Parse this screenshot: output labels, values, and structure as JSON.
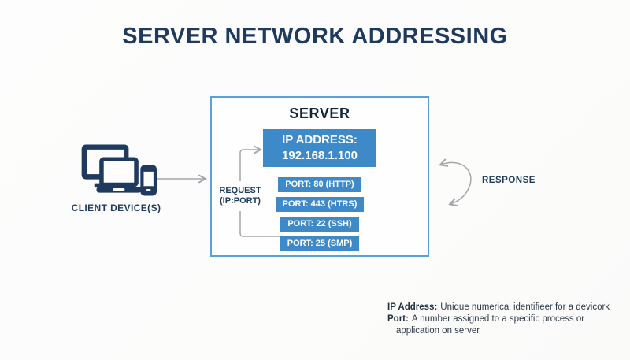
{
  "title": "SERVER NETWORK ADDRESSING",
  "client": {
    "label": "CLIENT DEVICE(S)"
  },
  "request_label": {
    "line1": "REQUEST",
    "line2": "(IP:PORT)"
  },
  "response_label": "RESPONSE",
  "server": {
    "title": "SERVER",
    "ip_box": {
      "line1": "IP ADDRESS:",
      "line2": "192.168.1.100"
    },
    "ports": [
      "PORT: 80 (HTTP)",
      "PORT: 443 (HTRS)",
      "PORT: 22 (SSH)",
      "PORT: 25 (SMP)"
    ]
  },
  "footnotes": {
    "line1_term": "IP Address:",
    "line1_text": "Unique numerical identifieer for a devicork",
    "line2_term": "Port:",
    "line2_text": "A number assigned to a specific process or",
    "line3_text": "application on server"
  },
  "icons": {
    "client_devices": "desktop, laptop and smartphone",
    "request_arrow": "right arrow",
    "request_bracket": "bracket with arrow to ip box",
    "response_arrow": "curved double-headed return arrow"
  },
  "colors": {
    "navy": "#1e3a5f",
    "blue_fill": "#3e8ac9",
    "border_blue": "#5ba0d6",
    "arrow_gray": "#a3a7ab"
  }
}
